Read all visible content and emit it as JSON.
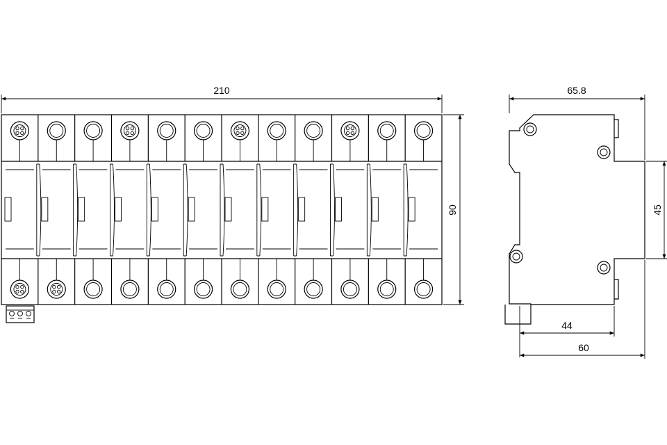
{
  "dimensions": {
    "front_width": "210",
    "front_height": "90",
    "side_depth": "65.8",
    "rail_height": "45",
    "depth_44": "44",
    "depth_60": "60"
  },
  "module_count": 12,
  "top_terminals": [
    "x",
    "o",
    "o",
    "x",
    "o",
    "o",
    "x",
    "o",
    "o",
    "x",
    "o",
    "o"
  ],
  "bottom_terminals": [
    "x",
    "x",
    "o",
    "o",
    "o",
    "o",
    "o",
    "o",
    "o",
    "o",
    "o",
    "o"
  ],
  "colors": {
    "line": "#000000",
    "background": "#ffffff"
  }
}
